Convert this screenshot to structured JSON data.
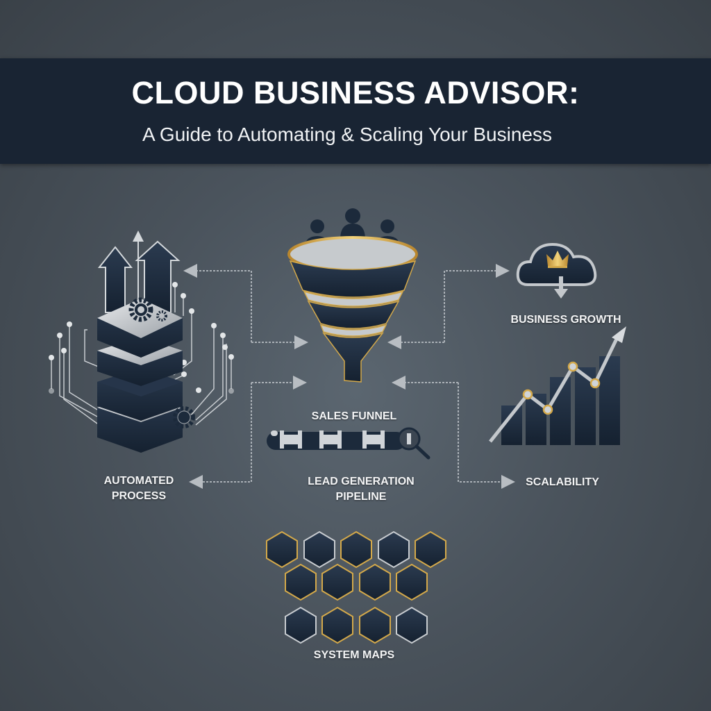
{
  "header": {
    "title": "CLOUD BUSINESS ADVISOR:",
    "subtitle": "A Guide to Automating & Scaling Your Business"
  },
  "nodes": {
    "automated_process": {
      "line1": "AUTOMATED",
      "line2": "PROCESS",
      "icon": "layered-stack-gears-icon"
    },
    "sales_funnel": {
      "label": "SALES FUNNEL",
      "icon": "funnel-with-people-icon"
    },
    "lead_generation": {
      "line1": "LEAD GENERATION",
      "line2": "PIPELINE",
      "icon": "pipeline-magnifier-icon"
    },
    "business_growth": {
      "label": "BUSINESS GROWTH",
      "icon": "cloud-crown-icon"
    },
    "scalability": {
      "label": "SCALABILITY",
      "icon": "growth-bar-chart-icon"
    },
    "system_maps": {
      "label": "SYSTEM MAPS",
      "icon": "hexagon-grid-icon"
    }
  },
  "colors": {
    "background": "#4a535c",
    "banner": "#192433",
    "navy": "#1c2a3b",
    "gold": "#d4a94a",
    "silver": "#d0d4d8"
  }
}
